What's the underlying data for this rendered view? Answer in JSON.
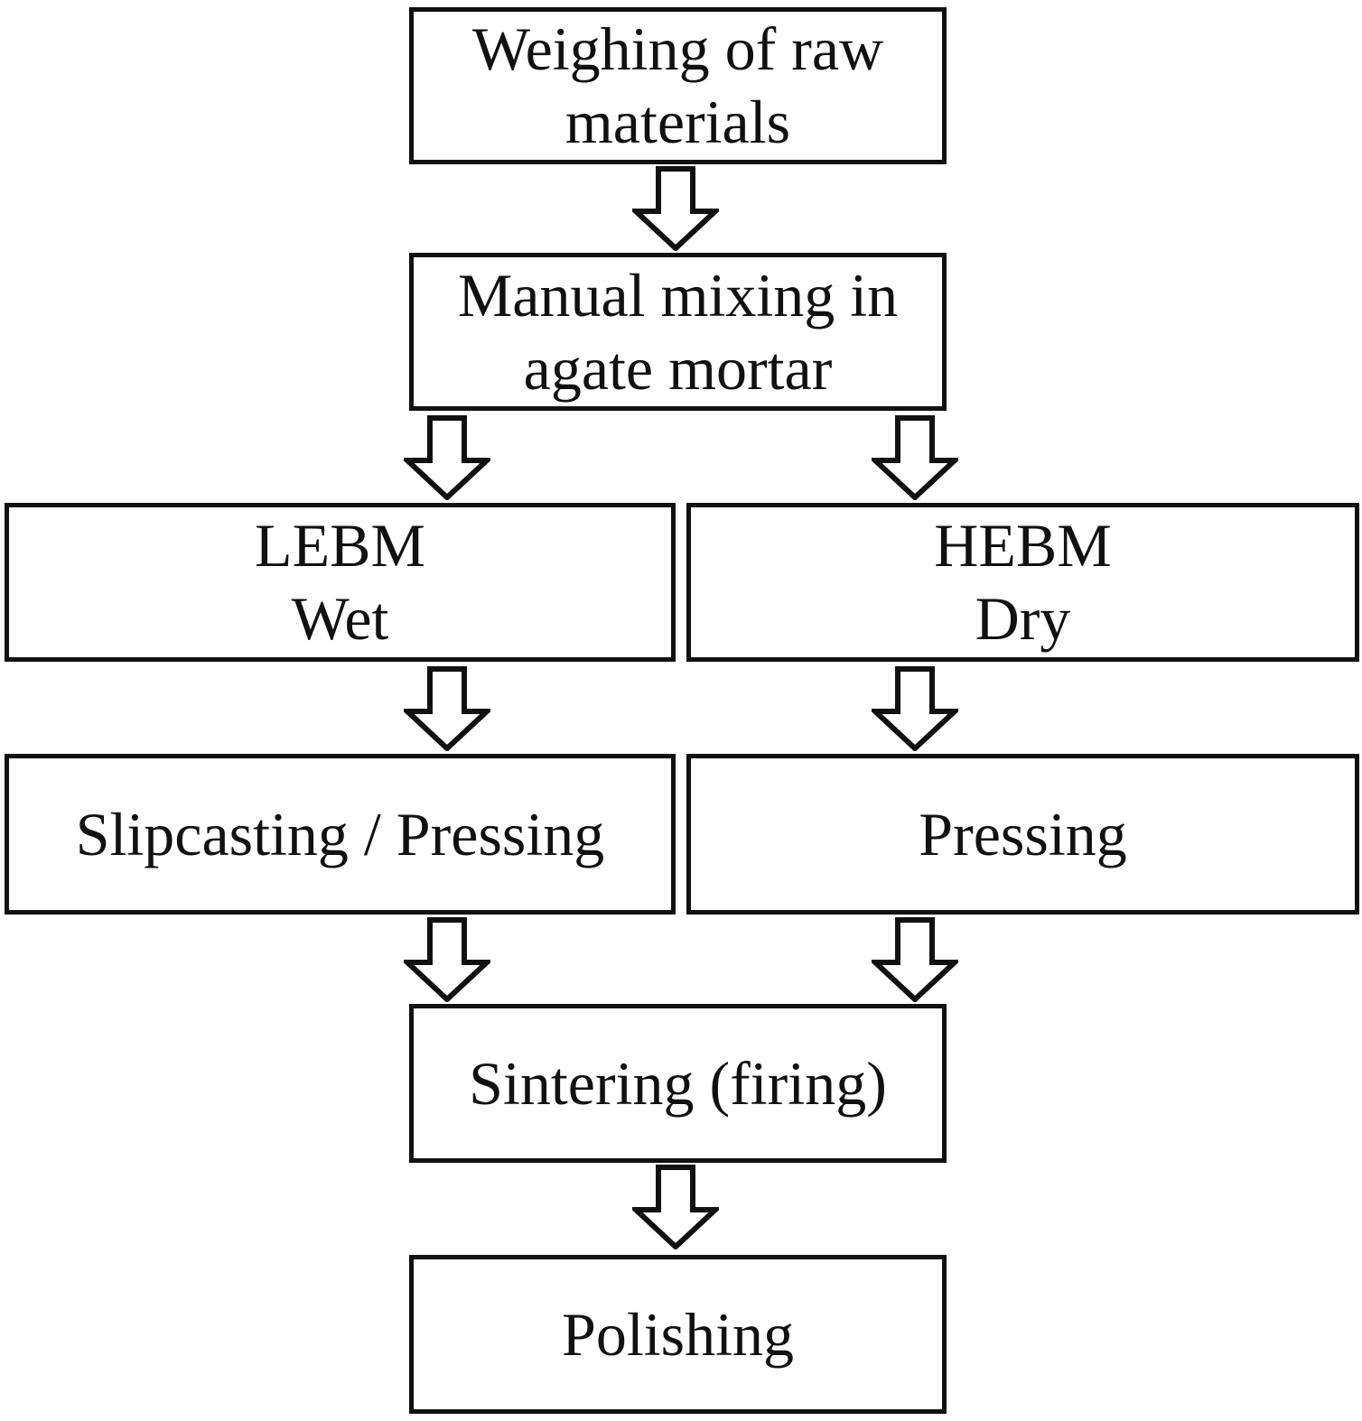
{
  "diagram_type": "flowchart",
  "colors": {
    "background": "#ffffff",
    "box_fill": "#ffffff",
    "box_border": "#111111",
    "text": "#111111",
    "arrow_fill": "#ffffff",
    "arrow_outline": "#111111"
  },
  "nodes": {
    "weighing": {
      "lines": [
        "Weighing of raw",
        "materials"
      ]
    },
    "mixing": {
      "lines": [
        "Manual mixing in",
        "agate mortar"
      ]
    },
    "lebm": {
      "lines": [
        "LEBM",
        "Wet"
      ]
    },
    "hebm": {
      "lines": [
        "HEBM",
        "Dry"
      ]
    },
    "slipcasting": {
      "lines": [
        "Slipcasting / Pressing"
      ]
    },
    "pressing": {
      "lines": [
        "Pressing"
      ]
    },
    "sintering": {
      "lines": [
        "Sintering (firing)"
      ]
    },
    "polishing": {
      "lines": [
        "Polishing"
      ]
    }
  },
  "edges": [
    {
      "from": "weighing",
      "to": "mixing"
    },
    {
      "from": "mixing",
      "to": "lebm"
    },
    {
      "from": "mixing",
      "to": "hebm"
    },
    {
      "from": "lebm",
      "to": "slipcasting"
    },
    {
      "from": "hebm",
      "to": "pressing"
    },
    {
      "from": "slipcasting",
      "to": "sintering"
    },
    {
      "from": "pressing",
      "to": "sintering"
    },
    {
      "from": "sintering",
      "to": "polishing"
    }
  ]
}
